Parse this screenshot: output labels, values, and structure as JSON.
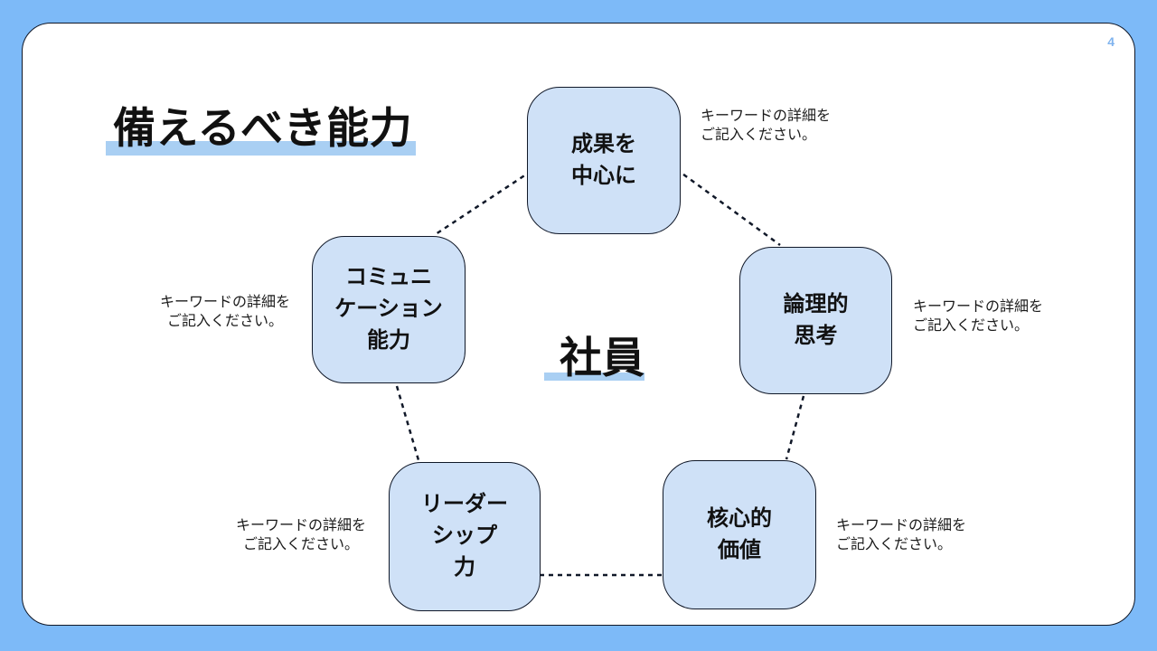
{
  "slide": {
    "page_number": "4",
    "title": "備えるべき能力",
    "center_label": "社員"
  },
  "nodes": [
    {
      "key": "top",
      "label": "成果を\n中心に",
      "caption": "キーワードの詳細を\nご記入ください。"
    },
    {
      "key": "right",
      "label": "論理的\n思考",
      "caption": "キーワードの詳細を\nご記入ください。"
    },
    {
      "key": "left",
      "label": "コミュニ\nケーション\n能力",
      "caption": "キーワードの詳細を\nご記入ください。"
    },
    {
      "key": "bottom-left",
      "label": "リーダー\nシップ\n力",
      "caption": "キーワードの詳細を\nご記入ください。"
    },
    {
      "key": "bottom-right",
      "label": "核心的\n価値",
      "caption": "キーワードの詳細を\nご記入ください。"
    }
  ],
  "colors": {
    "background": "#7dbaf8",
    "card": "#ffffff",
    "node_fill": "#cfe1f7",
    "node_border": "#101828",
    "highlight": "#a9cff3",
    "page_number": "#7fb3ee",
    "text": "#111111",
    "caption_text": "#1b1b1b"
  }
}
